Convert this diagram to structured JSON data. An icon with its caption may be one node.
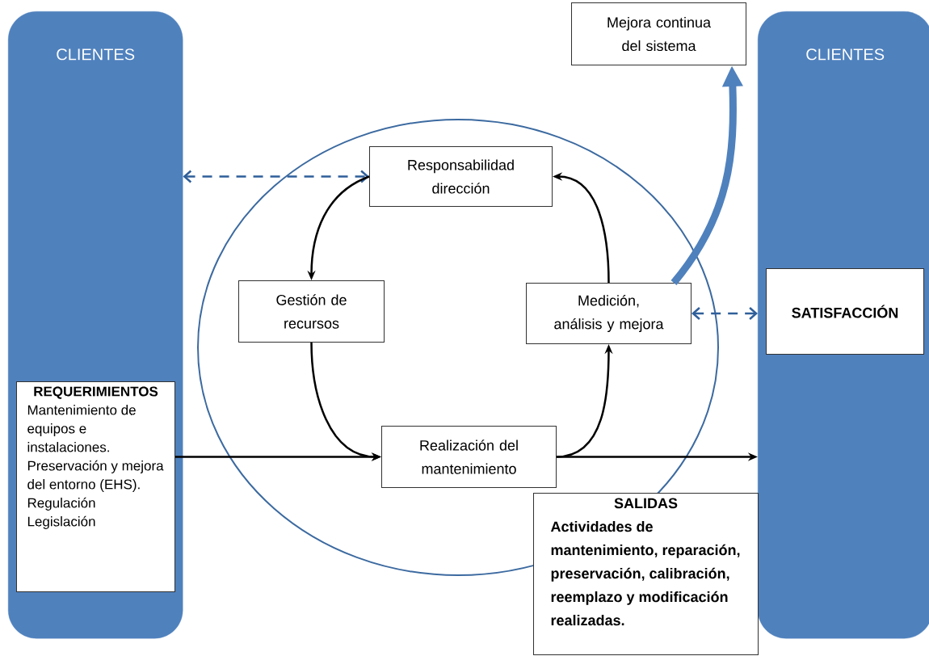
{
  "diagram": {
    "nodes": [
      {
        "text": [
          "CLIENTES"
        ]
      },
      {
        "text": [
          "Mejora continua del sistema"
        ]
      },
      {
        "text": [
          "CLIENTES"
        ]
      },
      {
        "text": [
          "Responsabilidad dirección"
        ]
      },
      {
        "text": [
          "Gestión de recursos"
        ]
      },
      {
        "text": [
          "Medición, análisis y mejora"
        ]
      },
      {
        "text": [
          "SATISFACCIÓN"
        ],
        "in": 2
      },
      {
        "text": [
          "REQUERIMIENTOS",
          "Mantenimiento de equipos e instalaciones. Preservación y mejora del entorno (EHS). Regulación Legislación"
        ],
        "in": 0
      },
      {
        "text": [
          "Realización del mantenimiento"
        ]
      },
      {
        "text": [
          "SALIDAS",
          "Actividades de mantenimiento, reparación, preservación, calibración, reemplazo y modificación realizadas."
        ]
      }
    ],
    "edges": [
      {
        "from": 0,
        "to": 3,
        "arrow": "both",
        "style": "dashed",
        "color": "#2f5f9a"
      },
      {
        "from": 3,
        "to": 4,
        "arrow": "to"
      },
      {
        "from": 4,
        "to": 8,
        "arrow": "to"
      },
      {
        "from": 8,
        "to": 5,
        "arrow": "to"
      },
      {
        "from": 5,
        "to": 3,
        "arrow": "to"
      },
      {
        "from": 5,
        "to": 2,
        "arrow": "both",
        "style": "dashed",
        "color": "#2f5f9a"
      },
      {
        "from": 5,
        "to": 1,
        "arrow": "to",
        "style": "thick",
        "color": "#4f81bd"
      },
      {
        "from": 7,
        "to": 8,
        "arrow": "to"
      },
      {
        "from": 8,
        "to": 2,
        "arrow": "to"
      }
    ]
  }
}
